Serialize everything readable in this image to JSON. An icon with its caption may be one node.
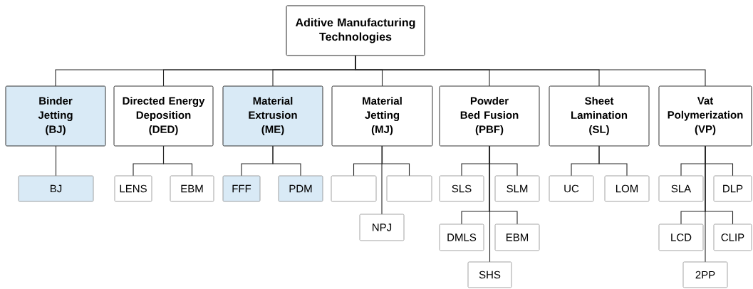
{
  "diagram": {
    "nodes": [
      {
        "text": [
          "Aditive Manufacturing Technologies"
        ]
      },
      {
        "text": [
          "Binder Jetting (BJ)"
        ]
      },
      {
        "text": [
          "Directed Energy Deposition (DED)"
        ]
      },
      {
        "text": [
          "Material Extrusion (ME)"
        ]
      },
      {
        "text": [
          "Material Jetting (MJ)"
        ]
      },
      {
        "text": [
          "Powder Bed Fusion (PBF)"
        ]
      },
      {
        "text": [
          "Sheet Lamination (SL)"
        ]
      },
      {
        "text": [
          "Vat Polymerization (VP)"
        ]
      },
      {
        "text": [
          "BJ"
        ]
      },
      {
        "text": [
          "LENS"
        ]
      },
      {
        "text": [
          "EBM"
        ]
      },
      {
        "text": [
          "FFF"
        ]
      },
      {
        "text": [
          "PDM"
        ]
      },
      {
        "text": [],
        "shape": "box"
      },
      {
        "text": [],
        "shape": "box"
      },
      {
        "text": [
          "NPJ"
        ]
      },
      {
        "text": [
          "SLS"
        ]
      },
      {
        "text": [
          "SLM"
        ]
      },
      {
        "text": [
          "DMLS"
        ]
      },
      {
        "text": [
          "EBM"
        ]
      },
      {
        "text": [
          "SHS"
        ]
      },
      {
        "text": [
          "UC"
        ]
      },
      {
        "text": [
          "LOM"
        ]
      },
      {
        "text": [
          "SLA"
        ]
      },
      {
        "text": [
          "DLP"
        ]
      },
      {
        "text": [
          "LCD"
        ]
      },
      {
        "text": [
          "CLIP"
        ]
      },
      {
        "text": [
          "2PP"
        ]
      }
    ],
    "edges": [
      {
        "from": 0,
        "to": 1,
        "arrow": "none"
      },
      {
        "from": 0,
        "to": 2,
        "arrow": "none"
      },
      {
        "from": 0,
        "to": 3,
        "arrow": "none"
      },
      {
        "from": 0,
        "to": 4,
        "arrow": "none"
      },
      {
        "from": 0,
        "to": 5,
        "arrow": "none"
      },
      {
        "from": 0,
        "to": 6,
        "arrow": "none"
      },
      {
        "from": 0,
        "to": 7,
        "arrow": "none"
      },
      {
        "from": 1,
        "to": 8,
        "arrow": "none"
      },
      {
        "from": 2,
        "to": 9,
        "arrow": "none"
      },
      {
        "from": 2,
        "to": 10,
        "arrow": "none"
      },
      {
        "from": 3,
        "to": 11,
        "arrow": "none"
      },
      {
        "from": 3,
        "to": 12,
        "arrow": "none"
      },
      {
        "from": 4,
        "to": 13,
        "arrow": "none"
      },
      {
        "from": 4,
        "to": 14,
        "arrow": "none"
      },
      {
        "from": 4,
        "to": 15,
        "arrow": "none"
      },
      {
        "from": 5,
        "to": 16,
        "arrow": "none"
      },
      {
        "from": 5,
        "to": 17,
        "arrow": "none"
      },
      {
        "from": 5,
        "to": 18,
        "arrow": "none"
      },
      {
        "from": 5,
        "to": 19,
        "arrow": "none"
      },
      {
        "from": 5,
        "to": 20,
        "arrow": "none"
      },
      {
        "from": 6,
        "to": 21,
        "arrow": "none"
      },
      {
        "from": 6,
        "to": 22,
        "arrow": "none"
      },
      {
        "from": 7,
        "to": 23,
        "arrow": "none"
      },
      {
        "from": 7,
        "to": 24,
        "arrow": "none"
      },
      {
        "from": 7,
        "to": 25,
        "arrow": "none"
      },
      {
        "from": 7,
        "to": 26,
        "arrow": "none"
      },
      {
        "from": 7,
        "to": 27,
        "arrow": "none"
      }
    ]
  }
}
